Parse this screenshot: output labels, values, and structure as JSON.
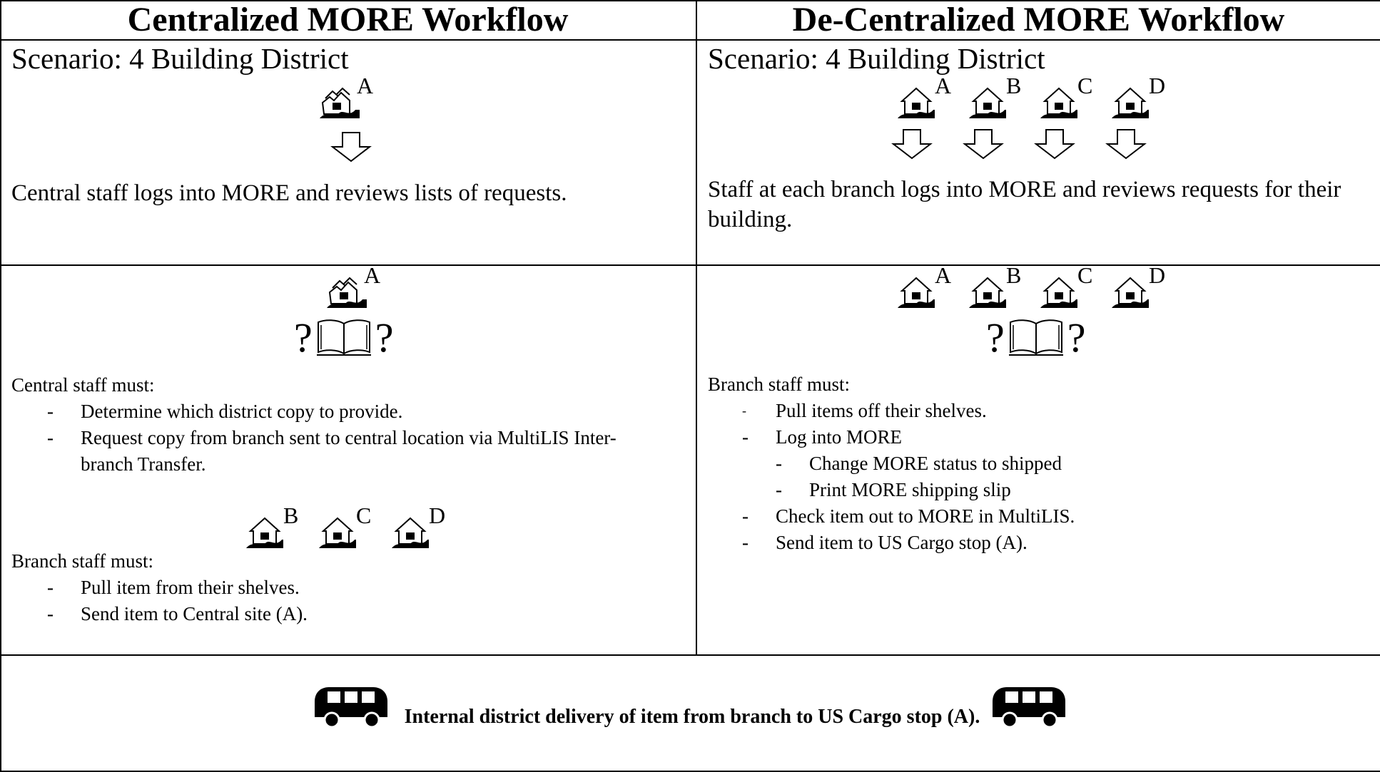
{
  "headers": {
    "left": "Centralized MORE Workflow",
    "right": "De-Centralized MORE Workflow"
  },
  "centralized": {
    "scenario": "Scenario: 4 Building District",
    "top_building": "A",
    "review_text": "Central staff logs into MORE and reviews lists of requests.",
    "mid_building": "A",
    "question_left": "?",
    "question_right": "?",
    "central_heading": "Central staff must:",
    "central_tasks": [
      "Determine which district copy to provide.",
      "Request copy from branch sent to central location via MultiLIS Inter-branch Transfer."
    ],
    "branch_buildings": [
      "B",
      "C",
      "D"
    ],
    "branch_heading": "Branch staff must:",
    "branch_tasks": [
      "Pull item from their shelves.",
      "Send item to Central site (A)."
    ],
    "dash": "-"
  },
  "decentralized": {
    "scenario": "Scenario: 4 Building District",
    "buildings": [
      "A",
      "B",
      "C",
      "D"
    ],
    "review_text": "Staff at each branch logs into MORE and reviews requests for their building.",
    "question_left": "?",
    "question_right": "?",
    "branch_heading": "Branch staff must:",
    "tasks": [
      "Pull items off their shelves.",
      "Log into MORE",
      "Change MORE status to shipped",
      "Print MORE shipping slip",
      "Check item out to MORE in MultiLIS.",
      "Send item to US Cargo stop (A)."
    ],
    "dash": "-"
  },
  "footer": {
    "delivery_text": "Internal district delivery of item from branch to US Cargo stop (A)."
  },
  "icons": {
    "building": "house-building-icon",
    "arrow": "down-arrow-icon",
    "book": "open-book-icon",
    "bus": "bus-icon"
  }
}
